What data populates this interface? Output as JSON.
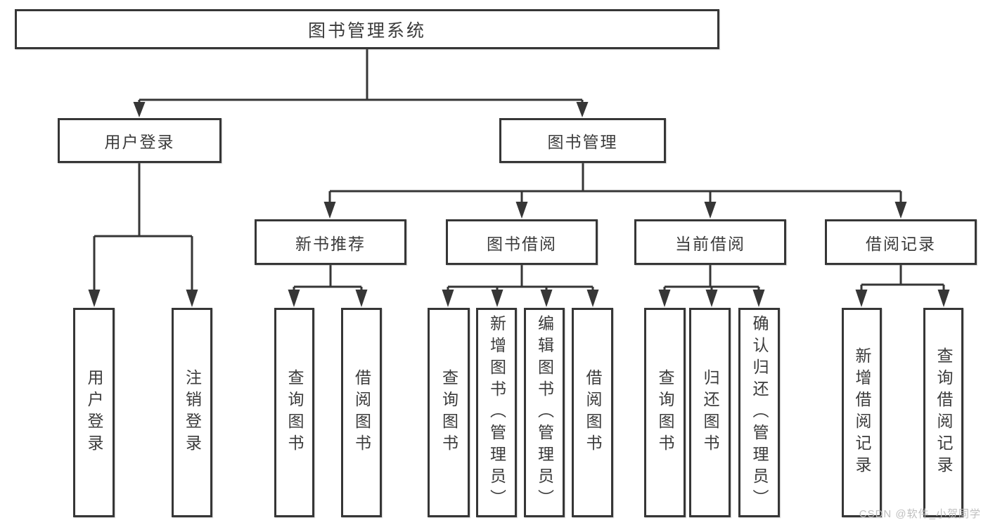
{
  "diagram": {
    "type": "hierarchy-tree",
    "tree": {
      "label": "图书管理系统",
      "children": [
        {
          "label": "用户登录",
          "children": [
            {
              "label": "用户登录"
            },
            {
              "label": "注销登录"
            }
          ]
        },
        {
          "label": "图书管理",
          "children": [
            {
              "label": "新书推荐",
              "children": [
                {
                  "label": "查询图书"
                },
                {
                  "label": "借阅图书"
                }
              ]
            },
            {
              "label": "图书借阅",
              "children": [
                {
                  "label": "查询图书"
                },
                {
                  "label": "新增图书（管理员）"
                },
                {
                  "label": "编辑图书（管理员）"
                },
                {
                  "label": "借阅图书"
                }
              ]
            },
            {
              "label": "当前借阅",
              "children": [
                {
                  "label": "查询图书"
                },
                {
                  "label": "归还图书"
                },
                {
                  "label": "确认归还（管理员）"
                }
              ]
            },
            {
              "label": "借阅记录",
              "children": [
                {
                  "label": "新增借阅记录"
                },
                {
                  "label": "查询借阅记录"
                }
              ]
            }
          ]
        }
      ]
    },
    "line_color": "#363636",
    "text_color": "#3b3b3b",
    "background_color": "#ffffff"
  },
  "watermark": {
    "text": "CSDN @软件_小贺同学"
  }
}
